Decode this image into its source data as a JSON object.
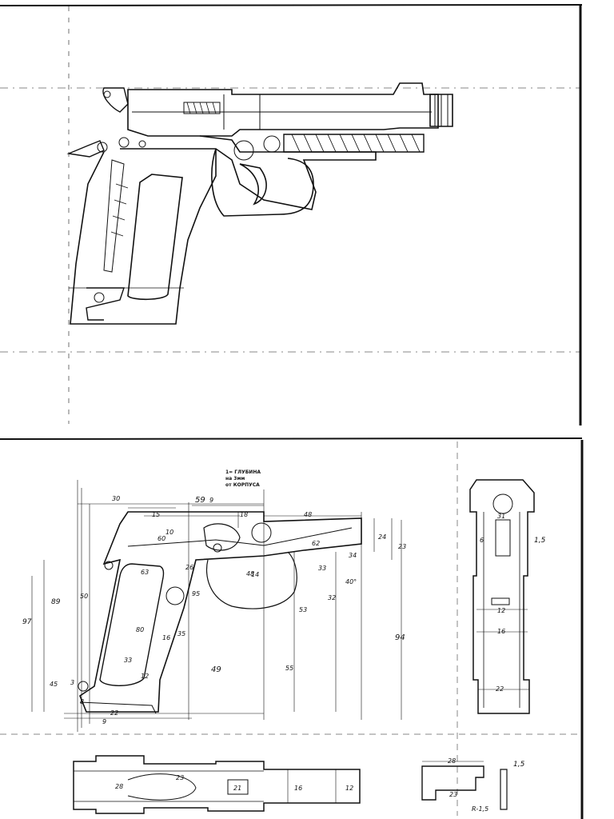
{
  "top_drawing": {
    "kind": "pistol-assembly-side-view"
  },
  "bottom_drawing": {
    "note": {
      "line1": "1= ГЛУБИНА",
      "line2": "на 3мм",
      "line3": "от КОРПУСА"
    },
    "dims": {
      "d30": "30",
      "d59": "59",
      "d59b": "9",
      "d15": "15",
      "d10": "10",
      "d48": "48",
      "d18": "18",
      "d62": "62",
      "d60": "60",
      "d34": "34",
      "d33": "33",
      "d24": "24",
      "d23": "23",
      "d40": "40°",
      "d32": "32",
      "d94": "94",
      "d14": "14",
      "d80": "80",
      "d89": "89",
      "d97": "97",
      "d63": "63",
      "d50": "50",
      "d26": "26",
      "d35": "35",
      "d49": "49",
      "d95": "95",
      "d48b": "48",
      "d53": "53",
      "d55": "55",
      "d33b": "33",
      "d16": "16",
      "d12": "12",
      "d22": "22",
      "d45": "45",
      "d3": "3",
      "d8": "8",
      "d31": "31",
      "d15b": "1,5",
      "d21": "21",
      "d28": "28",
      "d12b": "12",
      "d13": "1,5",
      "d23b": "23",
      "dR": "R-1,5",
      "d6": "6",
      "d9": "9"
    }
  }
}
